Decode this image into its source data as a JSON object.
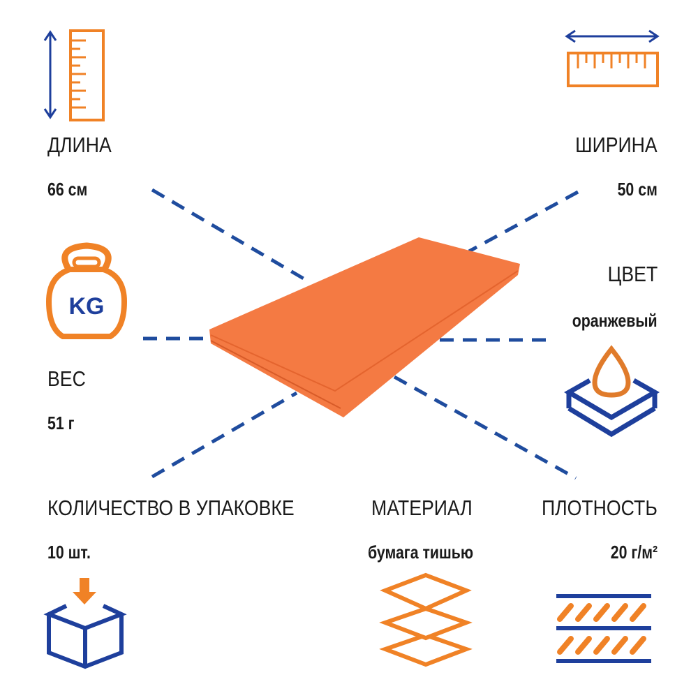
{
  "colors": {
    "orange": "#f08226",
    "blue": "#1e3f9c",
    "paper": "#f47a43",
    "dash": "#1f4c9e"
  },
  "length": {
    "label": "ДЛИНА",
    "value": "66 см",
    "icon": "vertical-ruler-icon"
  },
  "width": {
    "label": "ШИРИНА",
    "value": "50 см",
    "icon": "horizontal-ruler-icon"
  },
  "weight": {
    "label": "ВЕС",
    "value": "51 г",
    "icon": "kettlebell-icon",
    "icon_text": "KG"
  },
  "color": {
    "label": "ЦВЕТ",
    "value": "оранжевый",
    "icon": "water-drop-layers-icon"
  },
  "quantity": {
    "label": "КОЛИЧЕСТВО В УПАКОВКЕ",
    "value": "10 шт.",
    "icon": "box-icon"
  },
  "material": {
    "label": "МАТЕРИАЛ",
    "value": "бумага тишью",
    "icon": "layers-icon"
  },
  "density": {
    "label": "ПЛОТНОСТЬ",
    "value": "20 г/м²",
    "icon": "density-icon"
  }
}
